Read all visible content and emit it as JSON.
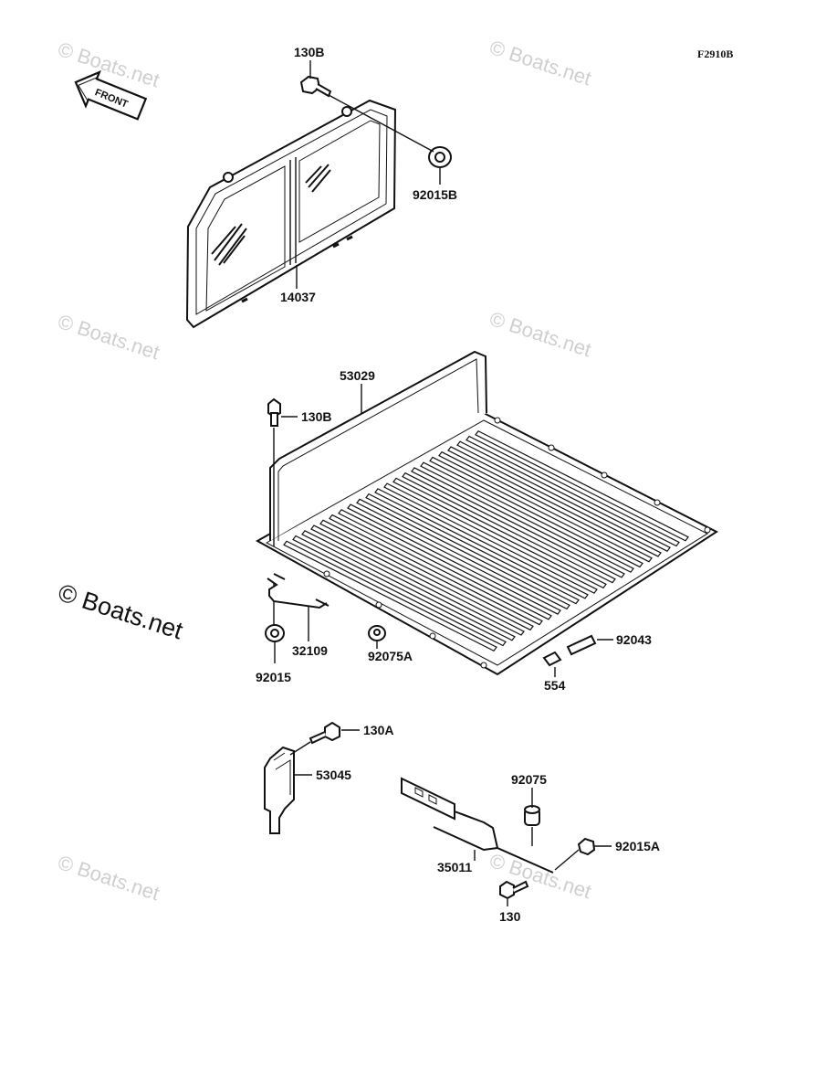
{
  "diagram_code": "F2910B",
  "front_arrow_label": "FRONT",
  "watermark_text": "© Boats.net",
  "part_labels": {
    "p130b_top": "130B",
    "p92015b": "92015B",
    "p14037": "14037",
    "p53029": "53029",
    "p130b_mid": "130B",
    "p32109": "32109",
    "p92015": "92015",
    "p92075a": "92075A",
    "p92043": "92043",
    "p554": "554",
    "p130a": "130A",
    "p53045": "53045",
    "p92075": "92075",
    "p35011": "35011",
    "p92015a": "92015A",
    "p130": "130"
  },
  "colors": {
    "ink": "#111111",
    "watermark": "#cfcfcf"
  }
}
